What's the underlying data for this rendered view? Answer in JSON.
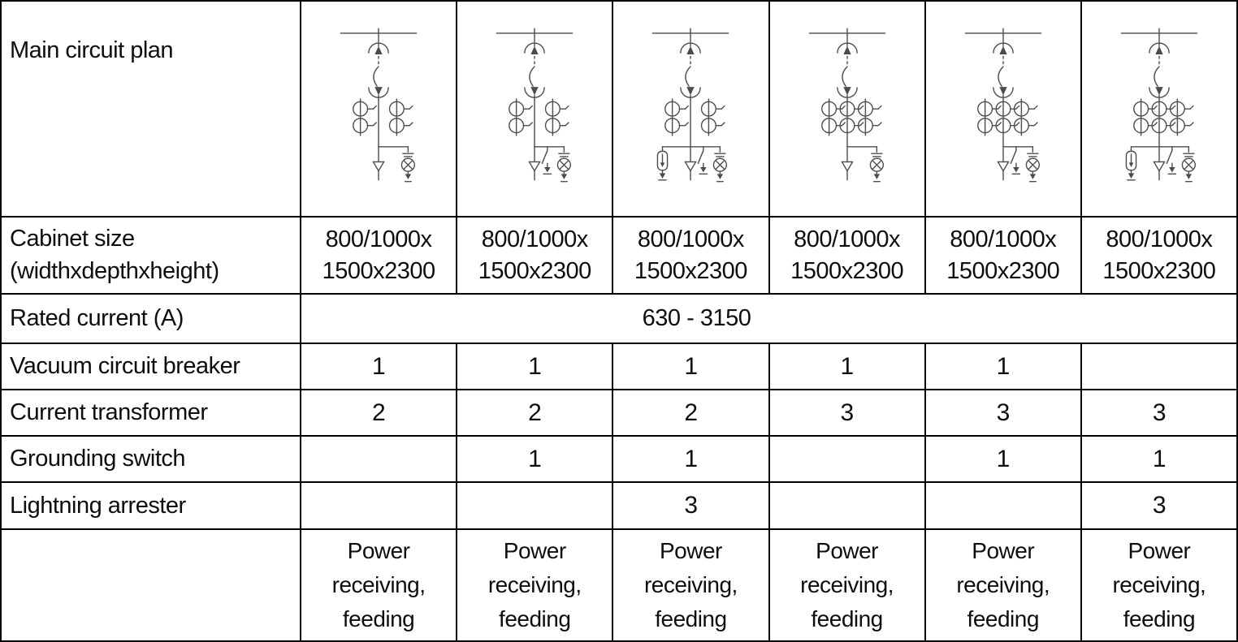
{
  "colors": {
    "border": "#000000",
    "text": "#0d0d12",
    "diagram_stroke": "#4c4c4c",
    "background": "#ffffff"
  },
  "table": {
    "row_labels": {
      "main_circuit_plan": "Main circuit plan",
      "cabinet_size_line1": "Cabinet size",
      "cabinet_size_line2": "(widthxdepthxheight)",
      "rated_current": "Rated current (A)",
      "vacuum_circuit_breaker": "Vacuum circuit breaker",
      "current_transformer": "Current transformer",
      "grounding_switch": "Grounding switch",
      "lightning_arrester": "Lightning arrester",
      "application": ""
    },
    "rated_current_value": "630 - 3150",
    "columns": [
      {
        "cabinet_size_l1": "800/1000x",
        "cabinet_size_l2": "1500x2300",
        "vacuum_circuit_breaker": "1",
        "current_transformer": "2",
        "grounding_switch": "",
        "lightning_arrester": "",
        "application": "Power receiving, feeding",
        "diagram": {
          "name": "breaker-feeder-2ct",
          "current_transformers": 2,
          "grounding_switch": false,
          "lightning_arrester": false,
          "voltage_indicator": true
        }
      },
      {
        "cabinet_size_l1": "800/1000x",
        "cabinet_size_l2": "1500x2300",
        "vacuum_circuit_breaker": "1",
        "current_transformer": "2",
        "grounding_switch": "1",
        "lightning_arrester": "",
        "application": "Power receiving, feeding",
        "diagram": {
          "name": "breaker-feeder-2ct-es",
          "current_transformers": 2,
          "grounding_switch": true,
          "lightning_arrester": false,
          "voltage_indicator": true
        }
      },
      {
        "cabinet_size_l1": "800/1000x",
        "cabinet_size_l2": "1500x2300",
        "vacuum_circuit_breaker": "1",
        "current_transformer": "2",
        "grounding_switch": "1",
        "lightning_arrester": "3",
        "application": "Power receiving, feeding",
        "diagram": {
          "name": "breaker-feeder-2ct-es-la",
          "current_transformers": 2,
          "grounding_switch": true,
          "lightning_arrester": true,
          "voltage_indicator": true
        }
      },
      {
        "cabinet_size_l1": "800/1000x",
        "cabinet_size_l2": "1500x2300",
        "vacuum_circuit_breaker": "1",
        "current_transformer": "3",
        "grounding_switch": "",
        "lightning_arrester": "",
        "application": "Power receiving, feeding",
        "diagram": {
          "name": "breaker-feeder-3ct",
          "current_transformers": 3,
          "grounding_switch": false,
          "lightning_arrester": false,
          "voltage_indicator": true
        }
      },
      {
        "cabinet_size_l1": "800/1000x",
        "cabinet_size_l2": "1500x2300",
        "vacuum_circuit_breaker": "1",
        "current_transformer": "3",
        "grounding_switch": "1",
        "lightning_arrester": "",
        "application": "Power receiving, feeding",
        "diagram": {
          "name": "breaker-feeder-3ct-es",
          "current_transformers": 3,
          "grounding_switch": true,
          "lightning_arrester": false,
          "voltage_indicator": true
        }
      },
      {
        "cabinet_size_l1": "800/1000x",
        "cabinet_size_l2": "1500x2300",
        "vacuum_circuit_breaker": "",
        "current_transformer": "3",
        "grounding_switch": "1",
        "lightning_arrester": "3",
        "application": "Power receiving, feeding",
        "diagram": {
          "name": "feeder-3ct-es-la",
          "current_transformers": 3,
          "grounding_switch": true,
          "lightning_arrester": true,
          "voltage_indicator": true
        }
      }
    ]
  }
}
